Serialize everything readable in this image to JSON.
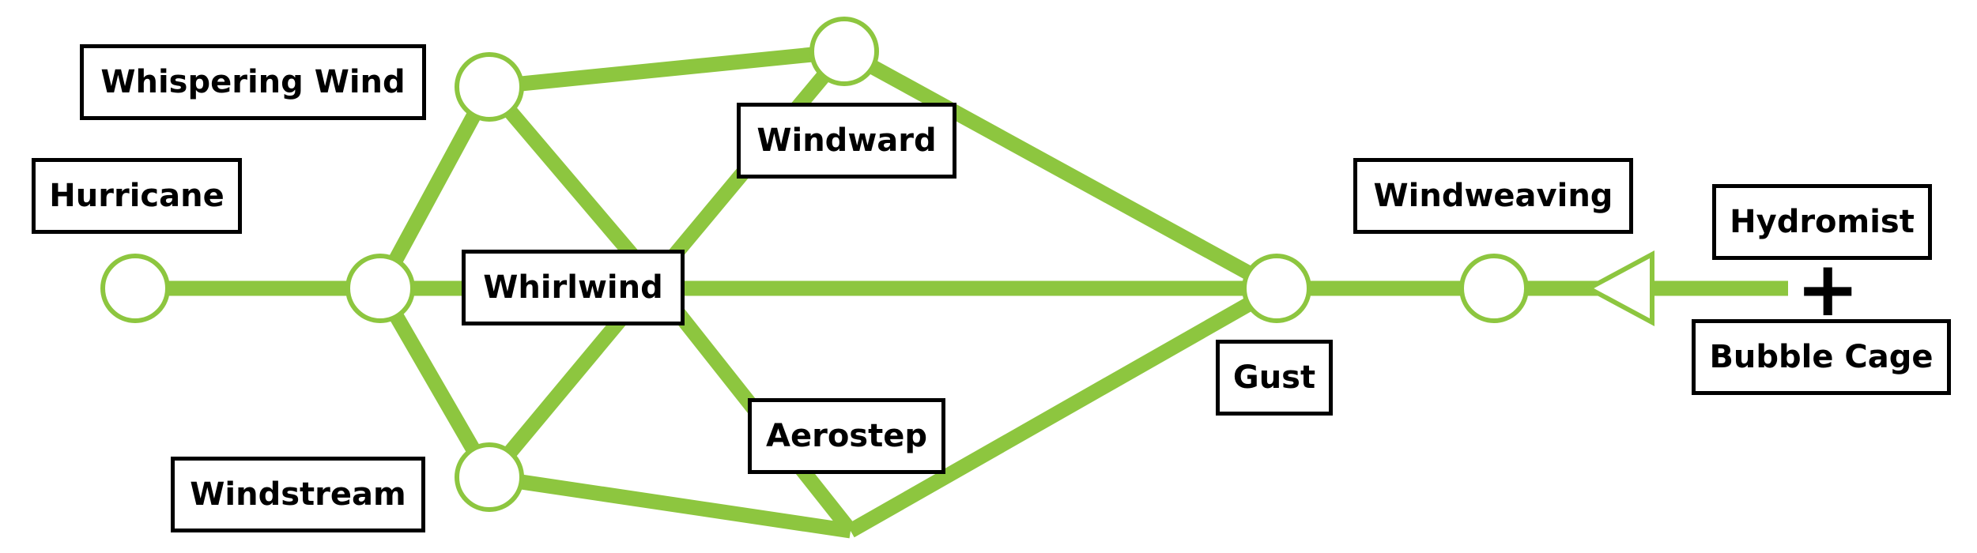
{
  "colors": {
    "line": "#8dc63f",
    "node_fill": "#ffffff",
    "box_border": "#000000",
    "text": "#000000",
    "background": "#ffffff"
  },
  "labels": {
    "whispering_wind": "Whispering Wind",
    "hurricane": "Hurricane",
    "windward": "Windward",
    "whirlwind": "Whirlwind",
    "aerostep": "Aerostep",
    "windstream": "Windstream",
    "gust": "Gust",
    "windweaving": "Windweaving",
    "hydromist": "Hydromist",
    "bubble_cage": "Bubble Cage"
  },
  "icons": {
    "plus": "plus-icon",
    "plus_glyph": "+",
    "arrow": "triangle-arrow-icon"
  }
}
